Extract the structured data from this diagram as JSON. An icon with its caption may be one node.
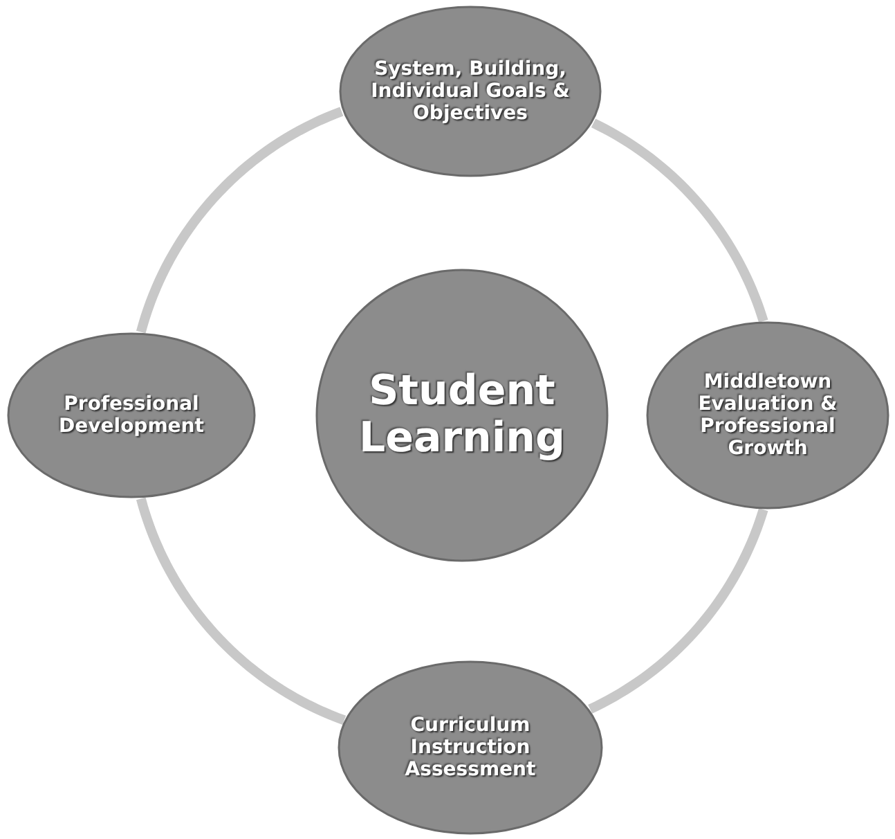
{
  "diagram": {
    "nodes": [
      {
        "text": [
          "System, Building, Individual Goals & Objectives"
        ]
      },
      {
        "text": [
          "Professional Development"
        ]
      },
      {
        "text": [
          "Student Learning"
        ]
      },
      {
        "text": [
          "Middletown Evaluation & Professional Growth"
        ]
      },
      {
        "text": [
          "Curriculum Instruction Assessment"
        ]
      }
    ],
    "edges": [
      {
        "from": 0,
        "to": 3,
        "arrow": "none"
      },
      {
        "from": 3,
        "to": 4,
        "arrow": "none"
      },
      {
        "from": 4,
        "to": 1,
        "arrow": "none"
      },
      {
        "from": 1,
        "to": 0,
        "arrow": "none"
      }
    ]
  }
}
